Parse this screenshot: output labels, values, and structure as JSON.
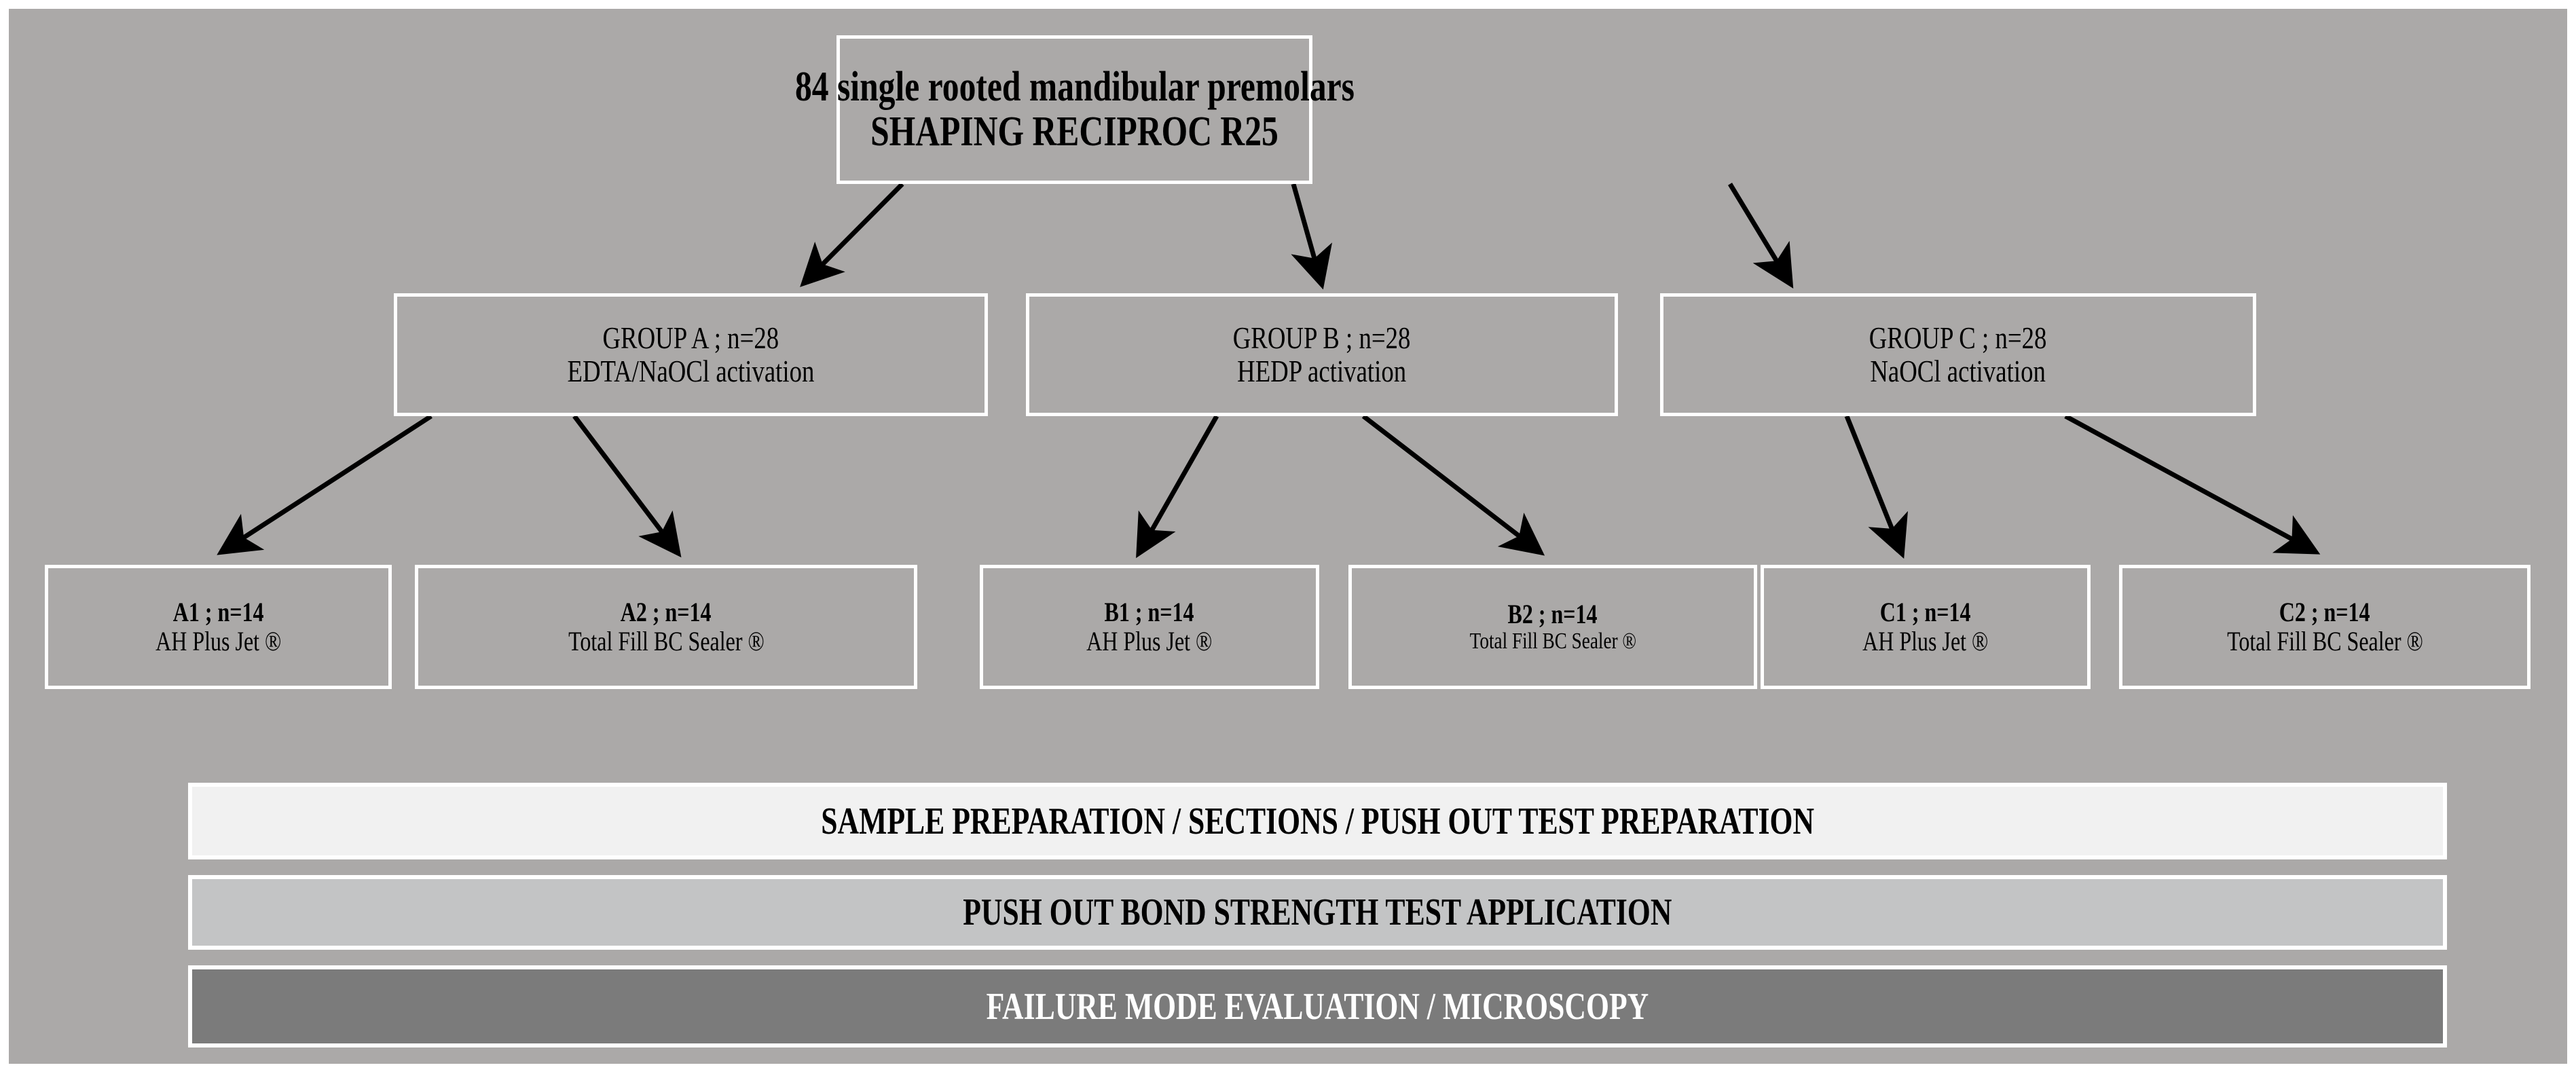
{
  "figure": {
    "type": "flowchart",
    "background_color": "#aba9a8",
    "border_color": "#ffffff",
    "text_color": "#000000"
  },
  "root": {
    "line1": "84 single rooted mandibular premolars",
    "line2": "SHAPING RECIPROC  R25"
  },
  "groups": [
    {
      "id": "A",
      "title": "GROUP A ; n=28",
      "subtitle": "EDTA/NaOCl activation"
    },
    {
      "id": "B",
      "title": "GROUP B ; n=28",
      "subtitle": "HEDP activation"
    },
    {
      "id": "C",
      "title": "GROUP C ; n=28",
      "subtitle": "NaOCl activation"
    }
  ],
  "subgroups": [
    {
      "id": "A1",
      "title": "A1 ; n=14",
      "subtitle": "AH Plus Jet ®"
    },
    {
      "id": "A2",
      "title": "A2 ; n=14",
      "subtitle": "Total Fill BC Sealer ®"
    },
    {
      "id": "B1",
      "title": "B1 ; n=14",
      "subtitle": "AH Plus Jet ®"
    },
    {
      "id": "B2",
      "title": "B2 ; n=14",
      "subtitle": "Total Fill BC Sealer ®"
    },
    {
      "id": "C1",
      "title": "C1 ; n=14",
      "subtitle": "AH Plus Jet ®"
    },
    {
      "id": "C2",
      "title": "C2 ; n=14",
      "subtitle": "Total Fill BC Sealer ®"
    }
  ],
  "banners": [
    {
      "id": "sample-preparation",
      "label": "SAMPLE PREPARATION / SECTIONS / PUSH OUT TEST PREPARATION",
      "background_color": "#f1f1f1",
      "text_color": "#000000"
    },
    {
      "id": "bond-strength",
      "label": "PUSH OUT BOND STRENGTH TEST APPLICATION",
      "background_color": "#c3c4c5",
      "text_color": "#000000"
    },
    {
      "id": "failure-mode",
      "label": "FAILURE MODE EVALUATION / MICROSCOPY",
      "background_color": "#7b7b7b",
      "text_color": "#ffffff"
    }
  ],
  "arrows": {
    "icon": "arrow-down-icon",
    "color": "#000000",
    "count": 9
  }
}
